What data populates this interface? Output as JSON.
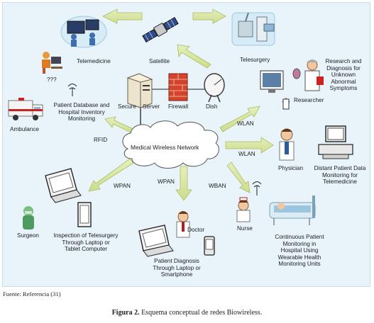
{
  "nodes": {
    "telemedicine": "Telemedicine",
    "satellite": "Satellite",
    "telesurgery": "Telesurgery",
    "unknown": "???",
    "research_line1": "Research and",
    "research_line2": "Diagnosis for",
    "research_line3": "Unknown",
    "research_line4": "Abnormal",
    "research_line5": "Symptoms",
    "researcher": "Researcher",
    "secure": "Secure",
    "server": "Server",
    "firewall": "Firewall",
    "dish": "Dish",
    "patient_db_line1": "Patient Database and",
    "patient_db_line2": "Hospital Inventory",
    "patient_db_line3": "Monitoring",
    "ambulance": "Ambulance",
    "network": "Medical Wireless Network",
    "physician": "Physician",
    "distant_line1": "Distant Patient Data",
    "distant_line2": "Monitoring for",
    "distant_line3": "Telemedicine",
    "surgeon": "Surgeon",
    "inspection_line1": "Inspection of Telesurgery",
    "inspection_line2": "Through Laptop or",
    "inspection_line3": "Tablet Computer",
    "doctor": "Doctor",
    "diagnosis_line1": "Patient Diagnosis",
    "diagnosis_line2": "Through Laptop or",
    "diagnosis_line3": "Smartphone",
    "nurse": "Nurse",
    "continuous_line1": "Continuous Patient",
    "continuous_line2": "Monitoring in",
    "continuous_line3": "Hospital Using",
    "continuous_line4": "Wearable Health",
    "continuous_line5": "Monitoring Units"
  },
  "links": {
    "rfid": "RFID",
    "wlan_top": "WLAN",
    "wlan_mid": "WLAN",
    "wpan_left": "WPAN",
    "wpan_center": "WPAN",
    "wban": "WBAN"
  },
  "source": "Fuente: Referencia (31)",
  "caption": {
    "label": "Figura 2.",
    "text": " Esquema conceptual de redes Biowireless."
  },
  "colors": {
    "panel": "#e8f3fa",
    "arrow": "#d9e6a6",
    "arrow_stroke": "#a9bd5e",
    "firewall": "#d4442b"
  }
}
